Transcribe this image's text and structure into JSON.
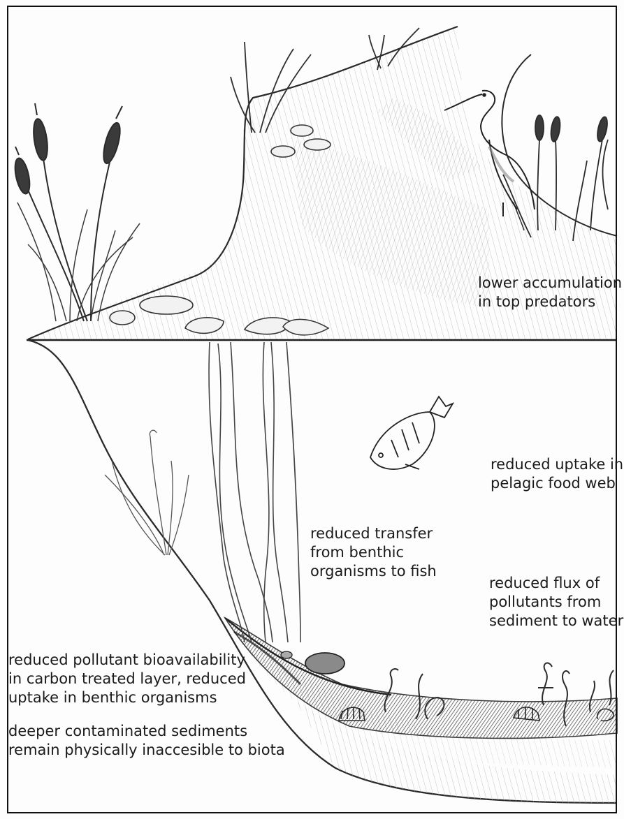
{
  "labels": {
    "top_predators": [
      "lower accumulation",
      "in top predators"
    ],
    "pelagic": [
      "reduced uptake in",
      "pelagic food web"
    ],
    "benthic_transfer": [
      "reduced transfer",
      "from benthic",
      "organisms to fish"
    ],
    "flux": [
      "reduced flux of",
      "pollutants from",
      "sediment to water"
    ],
    "bioavailability": [
      "reduced pollutant bioavailability",
      "in carbon treated layer, reduced",
      "uptake in benthic organisms"
    ],
    "deeper": [
      "deeper contaminated sediments",
      "remain physically inaccesible to biota"
    ]
  },
  "icons": [
    "cattail-icon",
    "reed-icon",
    "heron-icon",
    "fish-icon",
    "lily-pad-icon",
    "pondweed-icon",
    "worm-icon",
    "snail-icon",
    "stone-icon"
  ],
  "colors": {
    "pencil": "#2a2a2a",
    "shading": "#9a9a9a",
    "treated_layer": "#5a5a5a",
    "frame": "#111111"
  }
}
